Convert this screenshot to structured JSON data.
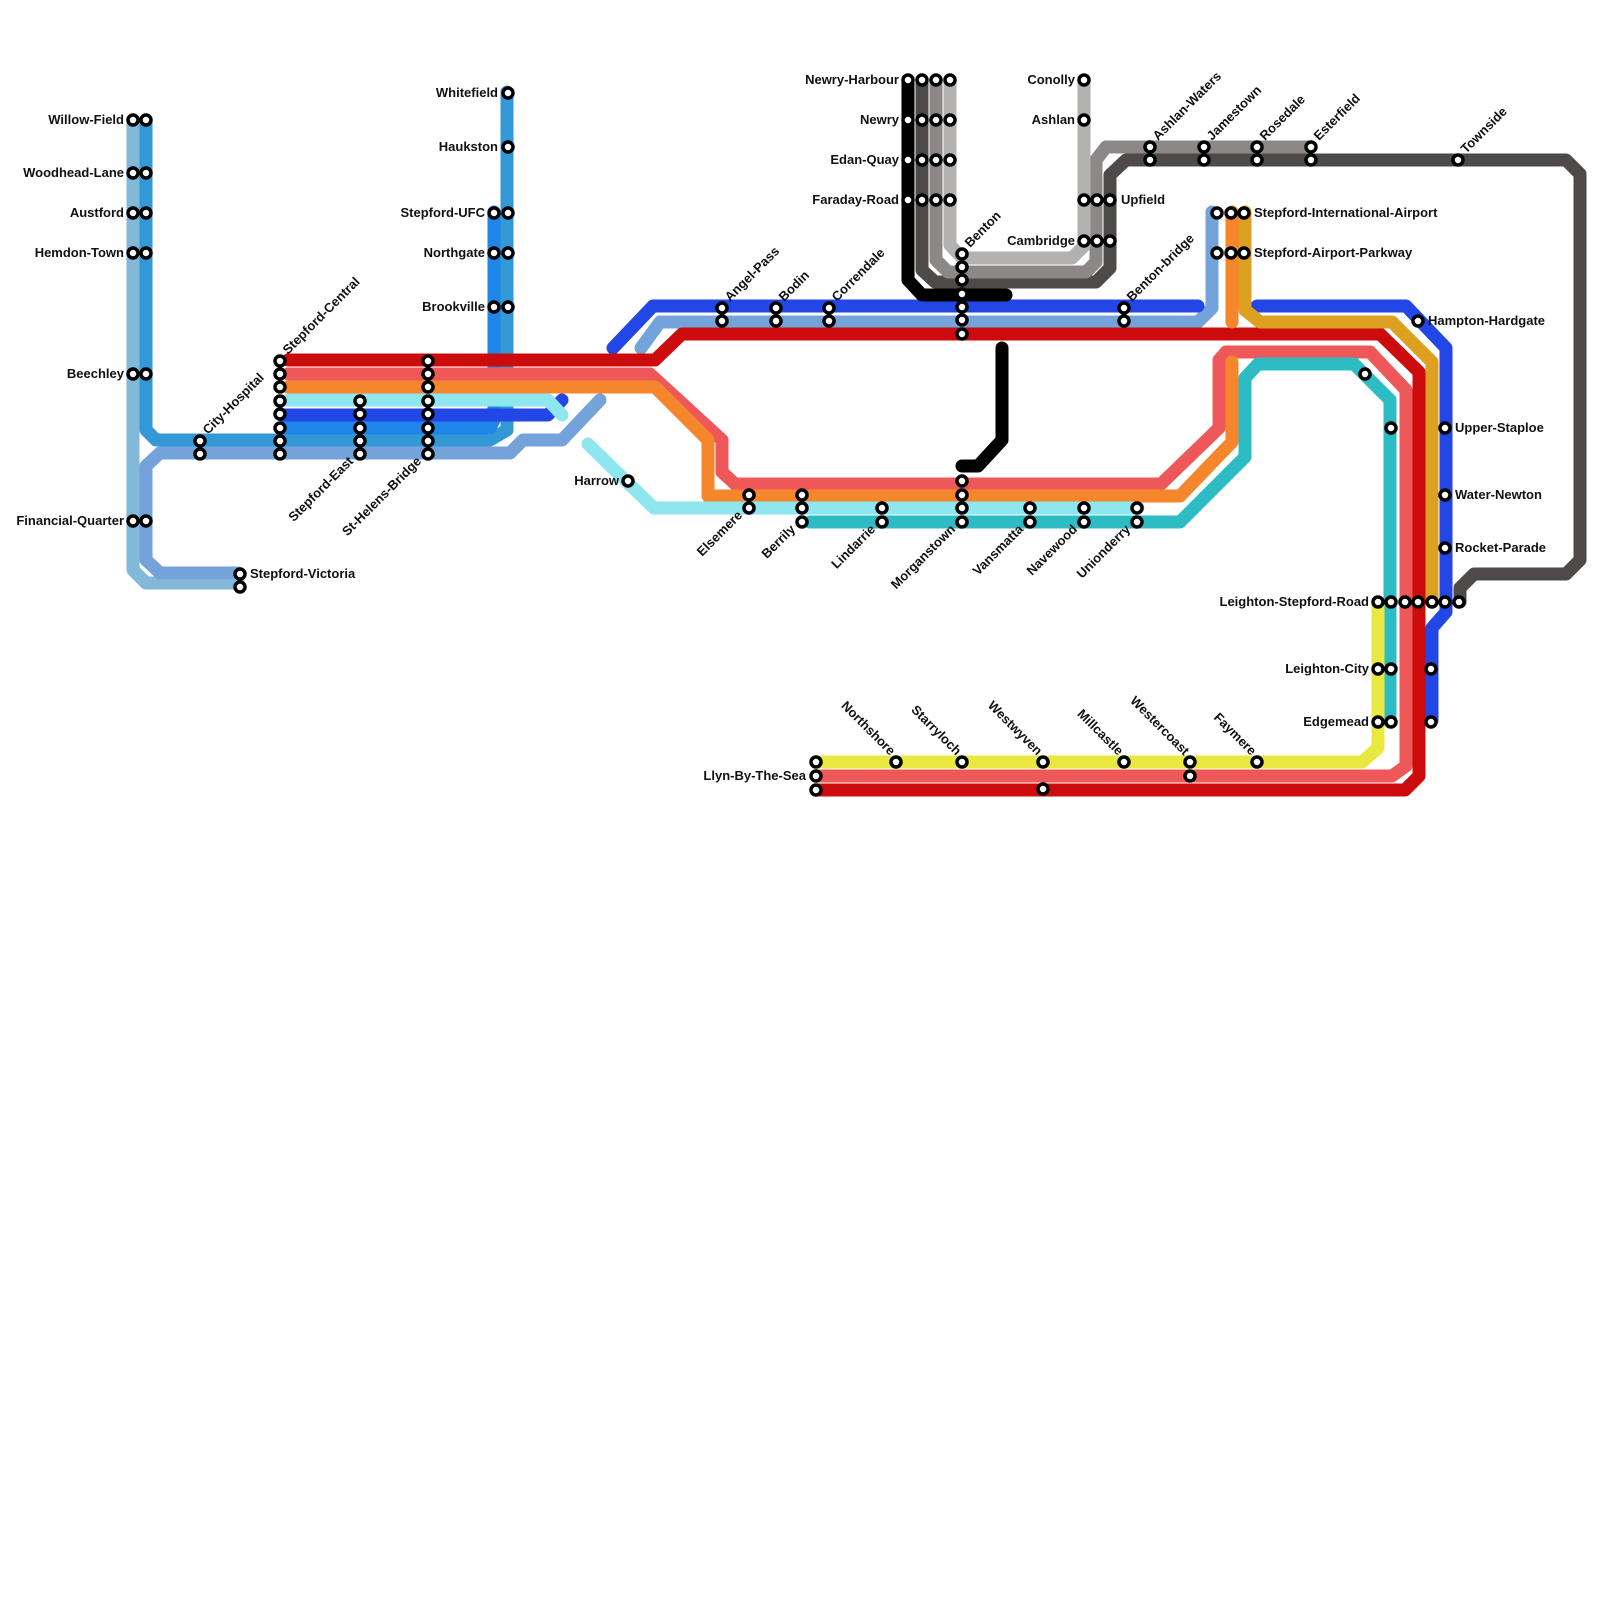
{
  "colors": {
    "background": "#ffffff",
    "line_light_blue": "#82b8d8",
    "line_medium_blue": "#3399d6",
    "line_azure": "#1e86e8",
    "line_royal_blue": "#2346e6",
    "line_periwinkle": "#74a3dc",
    "line_dark_red": "#cc0c0c",
    "line_coral": "#ef5858",
    "line_orange": "#f5862c",
    "line_gold": "#dda020",
    "line_pale_cyan": "#8ee6ee",
    "line_teal": "#2ebcc4",
    "line_yellow": "#e8e840",
    "line_black": "#000000",
    "line_charcoal": "#4e4a4a",
    "line_grey": "#8c8888",
    "line_silver": "#b4b2b0"
  },
  "stations": {
    "willow_field": "Willow-Field",
    "woodhead_lane": "Woodhead-Lane",
    "austford": "Austford",
    "hemdon_town": "Hemdon-Town",
    "beechley": "Beechley",
    "financial_quarter": "Financial-Quarter",
    "stepford_victoria": "Stepford-Victoria",
    "city_hospital": "City-Hospital",
    "stepford_central": "Stepford-Central",
    "stepford_east": "Stepford-East",
    "st_helens_bridge": "St-Helens-Bridge",
    "whitefield": "Whitefield",
    "haukston": "Haukston",
    "stepford_ufc": "Stepford-UFC",
    "northgate": "Northgate",
    "brookville": "Brookville",
    "harrow": "Harrow",
    "angel_pass": "Angel-Pass",
    "bodin": "Bodin",
    "correndale": "Correndale",
    "newry_harbour": "Newry-Harbour",
    "newry": "Newry",
    "edan_quay": "Edan-Quay",
    "faraday_road": "Faraday-Road",
    "benton": "Benton",
    "conolly": "Conolly",
    "ashlan": "Ashlan",
    "upfield": "Upfield",
    "cambridge": "Cambridge",
    "ashlan_waters": "Ashlan-Waters",
    "jamestown": "Jamestown",
    "rosedale": "Rosedale",
    "esterfield": "Esterfield",
    "townside": "Townside",
    "benton_bridge": "Benton-bridge",
    "stepford_international_airport": "Stepford-International-Airport",
    "stepford_airport_parkway": "Stepford-Airport-Parkway",
    "hampton_hardgate": "Hampton-Hardgate",
    "upper_staploe": "Upper-Staploe",
    "water_newton": "Water-Newton",
    "rocket_parade": "Rocket-Parade",
    "leighton_stepford_road": "Leighton-Stepford-Road",
    "leighton_city": "Leighton-City",
    "edgemead": "Edgemead",
    "elsemere": "Elsemere",
    "berrily": "Berrily",
    "lindarrie": "Lindarrie",
    "morganstown": "Morganstown",
    "vansmatta": "Vansmatta",
    "navewood": "Navewood",
    "unionderry": "Unionderry",
    "llyn_by_the_sea": "Llyn-By-The-Sea",
    "northshore": "Northshore",
    "starryloch": "Starryloch",
    "westwyven": "Westwyven",
    "millcastle": "Millcastle",
    "westercoast": "Westercoast",
    "faymere": "Faymere"
  }
}
